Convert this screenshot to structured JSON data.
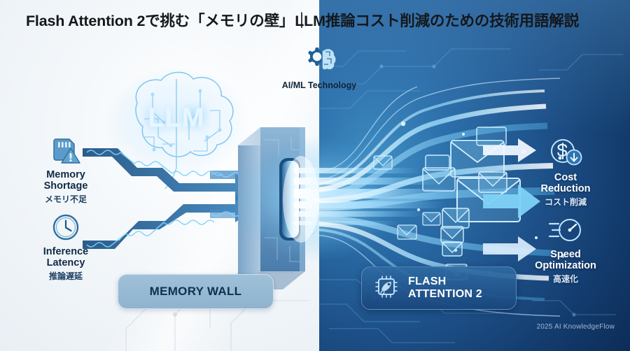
{
  "title": {
    "main": "Flash Attention 2で挑む「メモリの壁」",
    "separator": "｜",
    "sub": "LLM推論コスト削減のための技術用語解説"
  },
  "center": {
    "brain_label": "LLM",
    "aiml_label": "AI/ML Technology",
    "aiml_icon": "gear-brain-icon"
  },
  "problems": [
    {
      "icon": "memory-card-warning-icon",
      "en_line1": "Memory",
      "en_line2": "Shortage",
      "jp": "メモリ不足"
    },
    {
      "icon": "clock-icon",
      "en_line1": "Inference",
      "en_line2": "Latency",
      "jp": "推論遅延"
    }
  ],
  "benefits": [
    {
      "icon": "dollar-down-arrow-icon",
      "en_line1": "Cost",
      "en_line2": "Reduction",
      "jp": "コスト削減"
    },
    {
      "icon": "speedometer-icon",
      "en_line1": "Speed",
      "en_line2": "Optimization",
      "jp": "高速化"
    }
  ],
  "badges": {
    "wall": "MEMORY WALL",
    "flash_line1": "FLASH",
    "flash_line2": "ATTENTION 2",
    "flash_icon": "chip-rocket-icon"
  },
  "footer": {
    "credit": "2025 AI KnowledgeFlow"
  },
  "colors": {
    "left_bg": "#eef3f7",
    "right_bg": "#1d4f87",
    "accent_cyan": "#5fc8f5",
    "deep_blue": "#0d2c58",
    "badge_wall": "#8fb3cf",
    "title_text": "#14181c"
  }
}
